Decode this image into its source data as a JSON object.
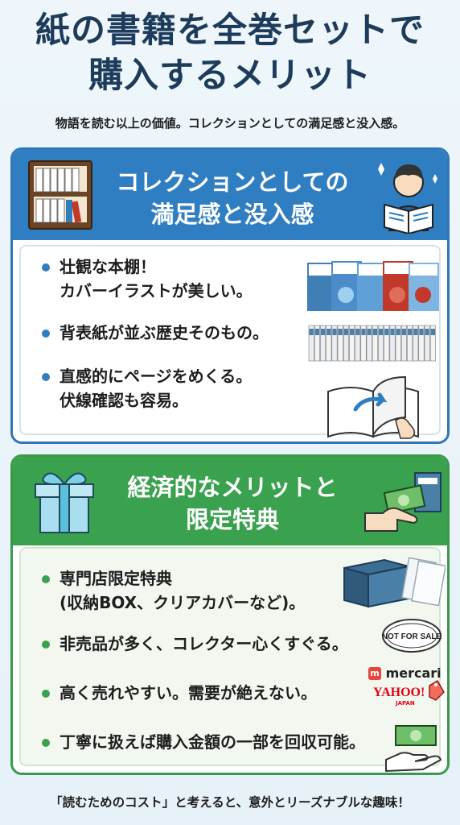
{
  "title": {
    "line1": "紙の書籍を全巻セットで",
    "line2": "購入するメリット"
  },
  "subtitle": "物語を読む以上の価値。コレクションとしての満足感と没入感。",
  "collection": {
    "heading": {
      "line1": "コレクションとしての",
      "line2": "満足感と没入感"
    },
    "items": [
      {
        "line1": "壮観な本棚！",
        "line2": "カバーイラストが美しい。"
      },
      {
        "line1": "背表紙が並ぶ歴史そのもの。"
      },
      {
        "line1": "直感的にページをめくる。",
        "line2": "伏線確認も容易。"
      }
    ]
  },
  "economic": {
    "heading": {
      "line1": "経済的なメリットと",
      "line2": "限定特典"
    },
    "items": [
      {
        "line1": "専門店限定特典",
        "line2": "(収納BOX、クリアカバーなど)。"
      },
      {
        "line1": "非売品が多く、コレクター心くすぐる。"
      },
      {
        "line1": "高く売れやすい。需要が絶えない。"
      },
      {
        "line1": "丁寧に扱えば購入金額の一部を回収可能。"
      }
    ],
    "stamp_text": "NOT FOR SALE",
    "brand_mercari": "mercari",
    "brand_yahoo": "YAHOO!",
    "brand_yahoo_sub": "JAPAN"
  },
  "footer": "「読むためのコスト」と考えると、意外とリーズナブルな趣味！",
  "colors": {
    "title": "#1d3c5c",
    "blue": "#2f7ec1",
    "green": "#3aa14e",
    "background": "#e9f3f9"
  },
  "icons": [
    "bookshelf-icon",
    "reader-icon",
    "manga-covers-icon",
    "book-spines-icon",
    "page-turn-icon",
    "gift-box-icon",
    "money-hand-icon",
    "storage-box-icon",
    "not-for-sale-stamp-icon",
    "mercari-logo",
    "yahoo-logo",
    "cash-hand-icon"
  ]
}
